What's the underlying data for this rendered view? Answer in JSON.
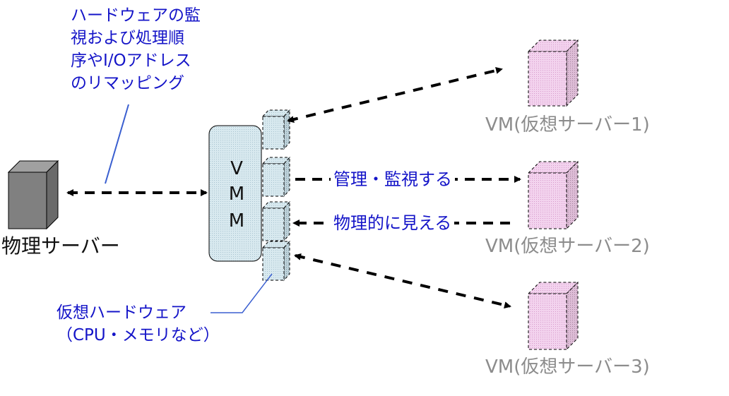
{
  "colors": {
    "annotation_text": "#1414c8",
    "vm_label_text": "#8c8c8c",
    "physical_server_fill": "#808080",
    "vmm_fill": "#cfe3ea",
    "virtual_hw_fill": "#cfe3ea",
    "vm_fill": "#f0c8e8",
    "leader_line": "#3a5fd0"
  },
  "annotations": {
    "hardware_monitoring": [
      "ハードウェアの監",
      "視および処理順",
      "序やI/Oアドレス",
      "のリマッピング"
    ],
    "virtual_hardware": [
      "仮想ハードウェア",
      "（CPU・メモリなど）"
    ]
  },
  "physical_server": {
    "label": "物理サーバー",
    "icon": "server-box-icon"
  },
  "vmm": {
    "letters": [
      "V",
      "M",
      "M"
    ]
  },
  "arrows": {
    "manage_monitor": "管理・監視する",
    "physically_visible": "物理的に見える"
  },
  "vms": [
    {
      "label": "VM(仮想サーバー1)"
    },
    {
      "label": "VM(仮想サーバー2)"
    },
    {
      "label": "VM(仮想サーバー3)"
    }
  ]
}
